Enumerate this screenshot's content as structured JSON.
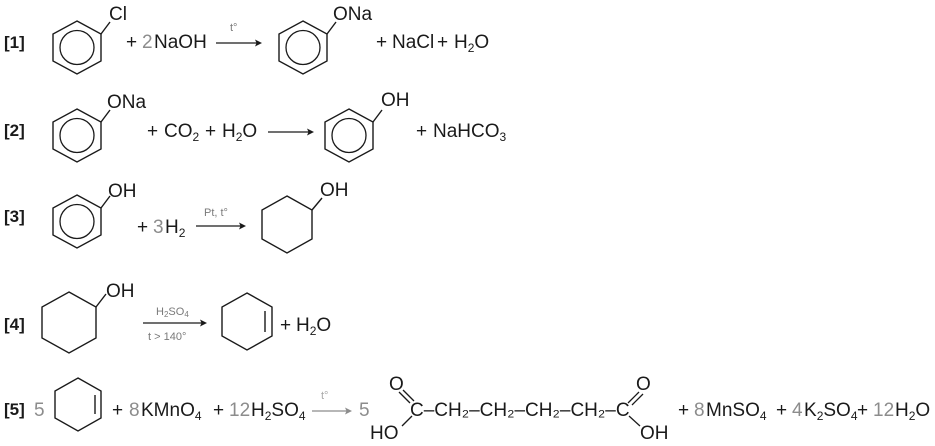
{
  "reactions": [
    {
      "label": "[1]",
      "reactant1_sub": "Cl",
      "plus1": "+",
      "coef1": "2",
      "reactant2": "NaOH",
      "condition": "t°",
      "product1_sub": "ONa",
      "plus2": "+",
      "product2": "NaCl",
      "plus3": "+",
      "product3_main": "H",
      "product3_sub": "2",
      "product3_tail": "O"
    },
    {
      "label": "[2]",
      "reactant1_sub": "ONa",
      "plus1": "+",
      "reactant2_main": "CO",
      "reactant2_sub": "2",
      "plus2": "+",
      "reactant3_main": "H",
      "reactant3_sub": "2",
      "reactant3_tail": "O",
      "product1_sub": "OH",
      "plus3": "+",
      "product2_main": "NaHCO",
      "product2_sub": "3"
    },
    {
      "label": "[3]",
      "reactant1_sub": "OH",
      "plus1": "+",
      "coef1": "3",
      "reactant2_main": "H",
      "reactant2_sub": "2",
      "condition": "Pt, t°",
      "product1_sub": "OH"
    },
    {
      "label": "[4]",
      "reactant1_sub": "OH",
      "condition_top_main": "H",
      "condition_top_sub1": "2",
      "condition_top_mid": "SO",
      "condition_top_sub2": "4",
      "condition_bottom": "t > 140°",
      "plus1": "+",
      "product2_main": "H",
      "product2_sub": "2",
      "product2_tail": "O"
    },
    {
      "label": "[5]",
      "coef_a": "5",
      "plus1": "+",
      "coef_b": "8",
      "kmno4_main": "KMnO",
      "kmno4_sub": "4",
      "plus2": "+",
      "coef_c": "12",
      "h2so4_h": "H",
      "h2so4_sub1": "2",
      "h2so4_so": "SO",
      "h2so4_sub2": "4",
      "condition": "t°",
      "coef_d": "5",
      "chain": "C–CH₂–CH₂–CH₂–CH₂–C",
      "o_top": "O",
      "ho_left": "HO",
      "oh_right": "OH",
      "plus3": "+",
      "coef_e": "8",
      "mnso4_main": "MnSO",
      "mnso4_sub": "4",
      "plus4": "+",
      "coef_f": "4",
      "k2so4_k": "K",
      "k2so4_sub1": "2",
      "k2so4_so": "SO",
      "k2so4_sub2": "4",
      "plus5": "+",
      "coef_g": "12",
      "h2o_h": "H",
      "h2o_sub": "2",
      "h2o_o": "O"
    }
  ],
  "colors": {
    "text": "#1a1a1a",
    "coefficient": "#8c8c8c",
    "condition": "#7a7a7a"
  }
}
